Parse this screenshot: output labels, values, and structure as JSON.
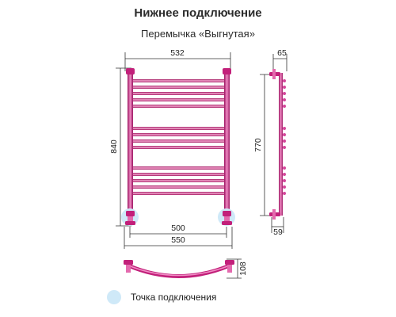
{
  "header": {
    "title": "Нижнее подключение",
    "subtitle": "Перемычка «Выгнутая»"
  },
  "front_view": {
    "dims": {
      "top_width": "532",
      "height": "840",
      "inner_width": "500",
      "outer_width": "550"
    },
    "crossbars": 14
  },
  "side_view": {
    "dims": {
      "depth": "65",
      "height": "770",
      "bottom_depth": "59"
    }
  },
  "top_view": {
    "dims": {
      "bow_depth": "108"
    }
  },
  "legend": {
    "label": "Точка подключения",
    "color": "#cfe9f8"
  },
  "colors": {
    "pipe": "#c2207a",
    "pipe_light": "#e46aae",
    "lines": "#333333"
  }
}
